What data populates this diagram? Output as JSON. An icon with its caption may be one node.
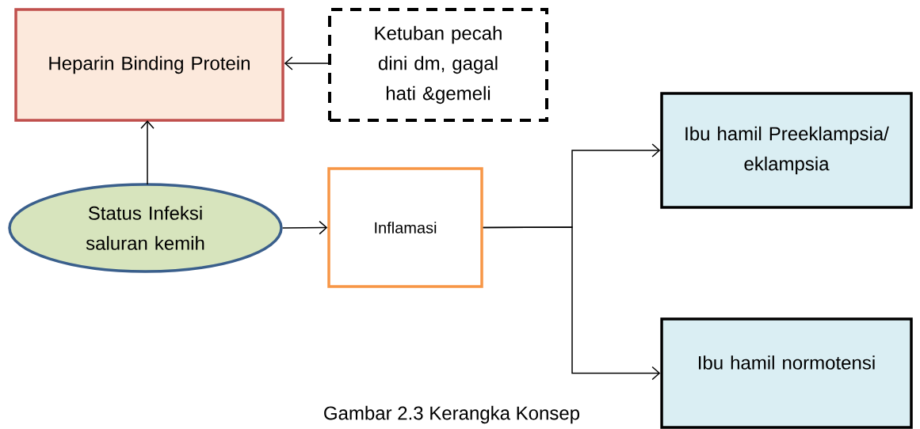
{
  "diagram": {
    "caption": "Gambar 2.3 Kerangka Konsep",
    "nodes": [
      {
        "text": [
          "Heparin Binding Protein"
        ]
      },
      {
        "text": [
          "Ketuban pecah dini dm, gagal hati &gemeli"
        ]
      },
      {
        "text": [
          "Ibu hamil Preeklampsia/ eklampsia"
        ]
      },
      {
        "text": [
          "Status Infeksi saluran kemih"
        ]
      },
      {
        "text": [
          "Inflamasi"
        ]
      },
      {
        "text": [
          "Ibu hamil normotensi"
        ]
      }
    ],
    "edges": [
      {
        "from": 1,
        "to": 0,
        "arrow": "to"
      },
      {
        "from": 3,
        "to": 0,
        "arrow": "to"
      },
      {
        "from": 3,
        "to": 4,
        "arrow": "to"
      },
      {
        "from": 4,
        "to": 2,
        "arrow": "to"
      },
      {
        "from": 4,
        "to": 5,
        "arrow": "to"
      }
    ]
  }
}
